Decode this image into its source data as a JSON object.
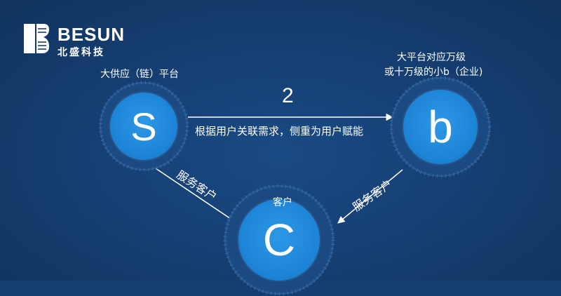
{
  "logo": {
    "wordmark": "BESUN",
    "subtitle": "北盛科技"
  },
  "nodes": {
    "s": {
      "letter": "S",
      "label": "大供应（链）平台"
    },
    "b": {
      "letter": "b",
      "label_line1": "大平台对应万级",
      "label_line2": "或十万级的小b（企业)"
    },
    "c": {
      "letter": "C",
      "label": "客户"
    }
  },
  "edges": {
    "top": {
      "number": "2",
      "description": "根据用户关联需求，侧重为用户赋能"
    },
    "left": {
      "label": "服务客户"
    },
    "right": {
      "label": "服务客户"
    }
  },
  "colors": {
    "background": "#153d70",
    "node_fill": "#1e86d8",
    "ring": "#2a5a92",
    "text": "#ffffff"
  }
}
